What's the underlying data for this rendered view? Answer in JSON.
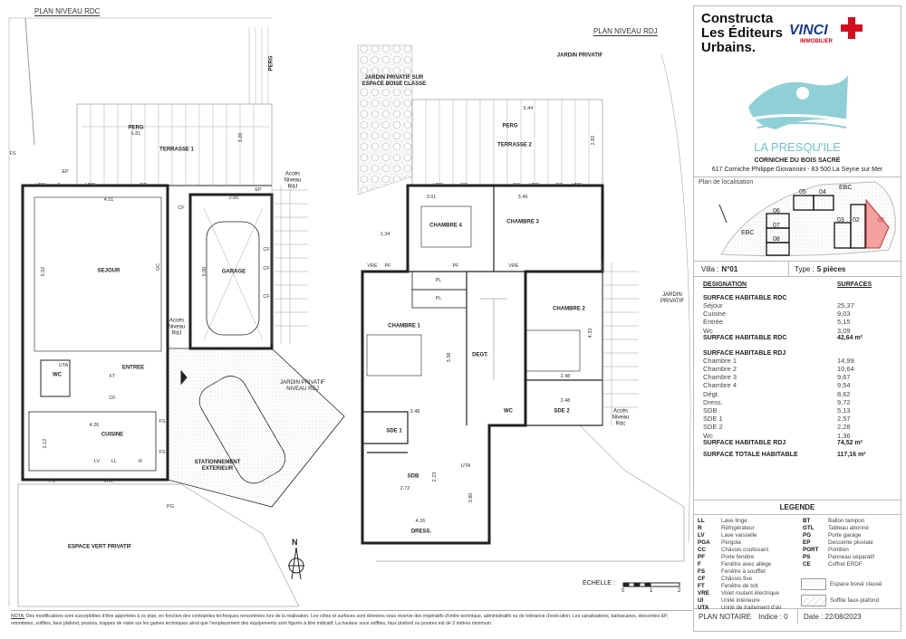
{
  "plans": {
    "rdc": {
      "title": "PLAN NIVEAU RDC",
      "rooms": [
        {
          "k": "perg1",
          "t": "PERG"
        },
        {
          "k": "perg2",
          "t": "PERG"
        },
        {
          "k": "terrasse",
          "t": "TERRASSE 1"
        },
        {
          "k": "sejour",
          "t": "SEJOUR"
        },
        {
          "k": "garage",
          "t": "GARAGE"
        },
        {
          "k": "entree",
          "t": "ENTREE"
        },
        {
          "k": "wc",
          "t": "WC"
        },
        {
          "k": "cuisine",
          "t": "CUISINE"
        },
        {
          "k": "stationnement",
          "t": "STATIONNEMENT EXTERIEUR"
        },
        {
          "k": "espace_vert",
          "t": "ESPACE VERT PRIVATIF"
        },
        {
          "k": "jardin",
          "t": "JARDIN PRIVATIF NIVEAU RDJ"
        },
        {
          "k": "acces1",
          "t": "Accès Niveau RdJ"
        },
        {
          "k": "acces2",
          "t": "Accès Niveau RdJ"
        }
      ],
      "dims": [
        "6.81",
        "3.20",
        "4.51",
        "5.52",
        "2.60",
        "5.00",
        "4.26",
        "2.12"
      ],
      "codes": [
        "FS",
        "EP",
        "VRE",
        "F",
        "CC",
        "VRE",
        "CF",
        "CF",
        "CF",
        "CF",
        "GC",
        "UTA",
        "FT",
        "CF",
        "FS",
        "FS",
        "LV",
        "LL",
        "R",
        "FS",
        "VRE",
        "PG",
        "EP"
      ]
    },
    "rdj": {
      "title": "PLAN NIVEAU RDJ",
      "rooms": [
        {
          "k": "jardin_ebc",
          "t": "JARDIN PRIVATIF SUR ESPACE BOISE CLASSE"
        },
        {
          "k": "jardin1",
          "t": "JARDIN PRIVATIF"
        },
        {
          "k": "perg",
          "t": "PERG"
        },
        {
          "k": "terrasse2",
          "t": "TERRASSE 2"
        },
        {
          "k": "ch4",
          "t": "CHAMBRE 4"
        },
        {
          "k": "ch3",
          "t": "CHAMBRE 3"
        },
        {
          "k": "ch1",
          "t": "CHAMBRE 1"
        },
        {
          "k": "ch2",
          "t": "CHAMBRE 2"
        },
        {
          "k": "degt",
          "t": "DEGT."
        },
        {
          "k": "wc",
          "t": "WC"
        },
        {
          "k": "sde1",
          "t": "SDE 1"
        },
        {
          "k": "sde2",
          "t": "SDE 2"
        },
        {
          "k": "sdb",
          "t": "SDB"
        },
        {
          "k": "dress",
          "t": "DRESS."
        },
        {
          "k": "jardin2",
          "t": "JARDIN PRIVATIF"
        },
        {
          "k": "acces",
          "t": "Accès Niveau Rdc"
        },
        {
          "k": "pl1",
          "t": "PL"
        },
        {
          "k": "pl2",
          "t": "PL"
        },
        {
          "k": "uta",
          "t": "UTA"
        }
      ],
      "dims": [
        "5.44",
        "2.82",
        "3.01",
        "3.49",
        "1.34",
        "3.38",
        "3.48",
        "4.33",
        "2.48",
        "2.48",
        "2.72",
        "2.23",
        "3.80",
        "4.26"
      ],
      "codes": [
        "VRE",
        "CC",
        "VRE",
        "CC",
        "CC",
        "VRE",
        "PF",
        "VRE",
        "PF",
        "VRE"
      ]
    }
  },
  "scale": {
    "label": "ECHELLE :",
    "ticks": [
      "0",
      "1",
      "2"
    ]
  },
  "north": "N",
  "brand": {
    "constructa": "Constructa",
    "editeurs": "Les Éditeurs",
    "urbains": "Urbains.",
    "vinci": "VINCI",
    "immobilier": "IMMOBILIER",
    "project": "LA PRESQU'ILE"
  },
  "address": {
    "line1": "CORNICHE DU BOIS SACRÉ",
    "line2": "617 Corniche Philippe Giovannini - 83 500 La Seyne sur Mer"
  },
  "location": {
    "title": "Plan de localisation",
    "lots": [
      "05",
      "04",
      "06",
      "07",
      "08",
      "03",
      "02",
      "01"
    ],
    "ebc": "EBC"
  },
  "villa": {
    "label": "Villa :",
    "value": "N°01",
    "type_label": "Type :",
    "type_value": "5 pièces"
  },
  "surfaces": {
    "h_designation": "DESIGNATION",
    "h_surfaces": "SURFACES",
    "rdc_title": "SURFACE HABITABLE RDC",
    "rdc": [
      {
        "name": "Séjour",
        "v": "25,37"
      },
      {
        "name": "Cuisine",
        "v": "9,03"
      },
      {
        "name": "Entrée",
        "v": "5,15"
      },
      {
        "name": "Wc",
        "v": "3,09"
      }
    ],
    "rdc_total_label": "SURFACE HABITABLE RDC",
    "rdc_total": "42,64 m²",
    "rdj_title": "SURFACE HABITABLE RDJ",
    "rdj": [
      {
        "name": "Chambre 1",
        "v": "14,99"
      },
      {
        "name": "Chambre 2",
        "v": "10,64"
      },
      {
        "name": "Chambre 3",
        "v": "9,67"
      },
      {
        "name": "Chambre 4",
        "v": "9,54"
      },
      {
        "name": "Dégt.",
        "v": "8,62"
      },
      {
        "name": "Dress.",
        "v": "9,72"
      },
      {
        "name": "SDB",
        "v": "5,13"
      },
      {
        "name": "SDE 1",
        "v": "2,57"
      },
      {
        "name": "SDE 2",
        "v": "2,28"
      },
      {
        "name": "Wc",
        "v": "1,36"
      }
    ],
    "rdj_total_label": "SURFACE HABITABLE RDJ",
    "rdj_total": "74,52 m²",
    "total_label": "SURFACE TOTALE HABITABLE",
    "total": "117,16 m²"
  },
  "legend": {
    "title": "LEGENDE",
    "left": [
      [
        "LL",
        "Lave linge"
      ],
      [
        "R",
        "Réfrigérateur"
      ],
      [
        "LV",
        "Lave vaisselle"
      ],
      [
        "PGA",
        "Pergola"
      ],
      [
        "CC",
        "Châssis coulissant"
      ],
      [
        "PF",
        "Porte fenêtre"
      ],
      [
        "F",
        "Fenêtre avec allège"
      ],
      [
        "FS",
        "Fenêtre à soufflet"
      ],
      [
        "CF",
        "Châssis fixe"
      ],
      [
        "FT",
        "Fenêtre de toit"
      ],
      [
        "VRE",
        "Volet roulant électrique"
      ],
      [
        "UI",
        "Unité intérieure"
      ],
      [
        "UTA",
        "Unité de traitement d'air"
      ]
    ],
    "right": [
      [
        "BT",
        "Ballon tampon"
      ],
      [
        "GTL",
        "Tableau abonné"
      ],
      [
        "PG",
        "Porte garage"
      ],
      [
        "EP",
        "Descente pluviale"
      ],
      [
        "PORT",
        "Portillon"
      ],
      [
        "PS",
        "Panneau séparatif"
      ],
      [
        "CE",
        "Coffret ERDF"
      ]
    ],
    "hatch1": "Espace boisé classé",
    "hatch2": "Soffite faux-plafond"
  },
  "footer": {
    "plan": "PLAN NOTAIRE",
    "indice": "Indice : 0",
    "date": "Date : 22/08/2023"
  },
  "note": {
    "prefix": "NOTA:",
    "text": " Des modifications sont susceptibles d'être apportées à ce plan, en fonction des contraintes techniques rencontrées lors de la réalisation. Les côtes et surfaces sont données sous réserve des impératifs d'ordre technique, administratifs ou de tolérance d'exécution. Les canalisations, barbacanes, descentes EP, retombées, soffites, faux plafond, poutres, trappes de visite sur les gaines techniques ainsi que l'emplacement des équipements sont figurés à titre indicatif. La hauteur sous soffites, faux plafond ou poutres est de 2 mètres minimum."
  }
}
